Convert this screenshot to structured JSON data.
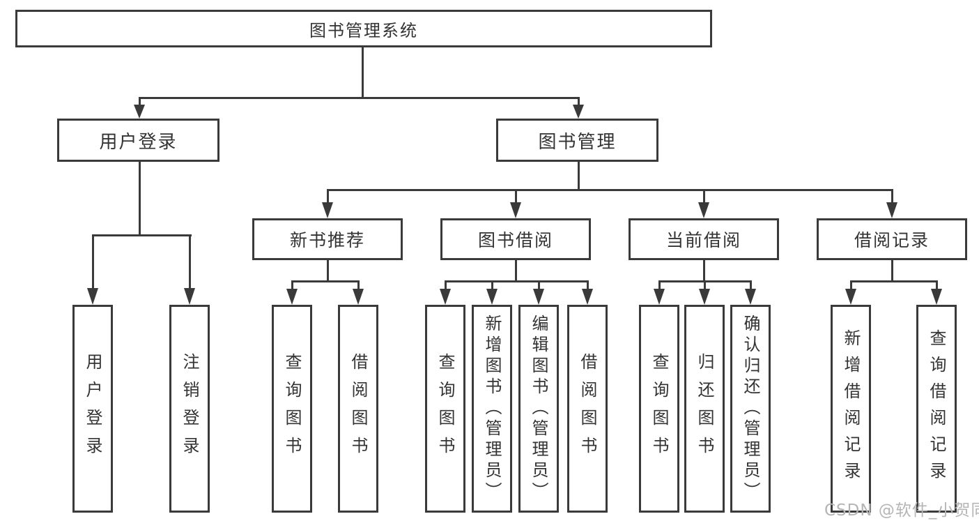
{
  "diagram_type": "hierarchy-tree",
  "tree": {
    "label": "图书管理系统",
    "children": [
      {
        "label": "用户登录",
        "children": [
          {
            "label": "用户登录"
          },
          {
            "label": "注销登录"
          }
        ]
      },
      {
        "label": "图书管理",
        "children": [
          {
            "label": "新书推荐",
            "children": [
              {
                "label": "查询图书"
              },
              {
                "label": "借阅图书"
              }
            ]
          },
          {
            "label": "图书借阅",
            "children": [
              {
                "label": "查询图书"
              },
              {
                "label": "新增图书（管理员）"
              },
              {
                "label": "编辑图书（管理员）"
              },
              {
                "label": "借阅图书"
              }
            ]
          },
          {
            "label": "当前借阅",
            "children": [
              {
                "label": "查询图书"
              },
              {
                "label": "归还图书"
              },
              {
                "label": "确认归还（管理员）"
              }
            ]
          },
          {
            "label": "借阅记录",
            "children": [
              {
                "label": "新增借阅记录"
              },
              {
                "label": "查询借阅记录"
              }
            ]
          }
        ]
      }
    ]
  },
  "watermark": {
    "text": "CSDN @软件_小贺同学"
  },
  "colors": {
    "line": "#3a3a3a",
    "text": "#333333",
    "watermark": "#b5b5b5",
    "background": "#ffffff"
  }
}
